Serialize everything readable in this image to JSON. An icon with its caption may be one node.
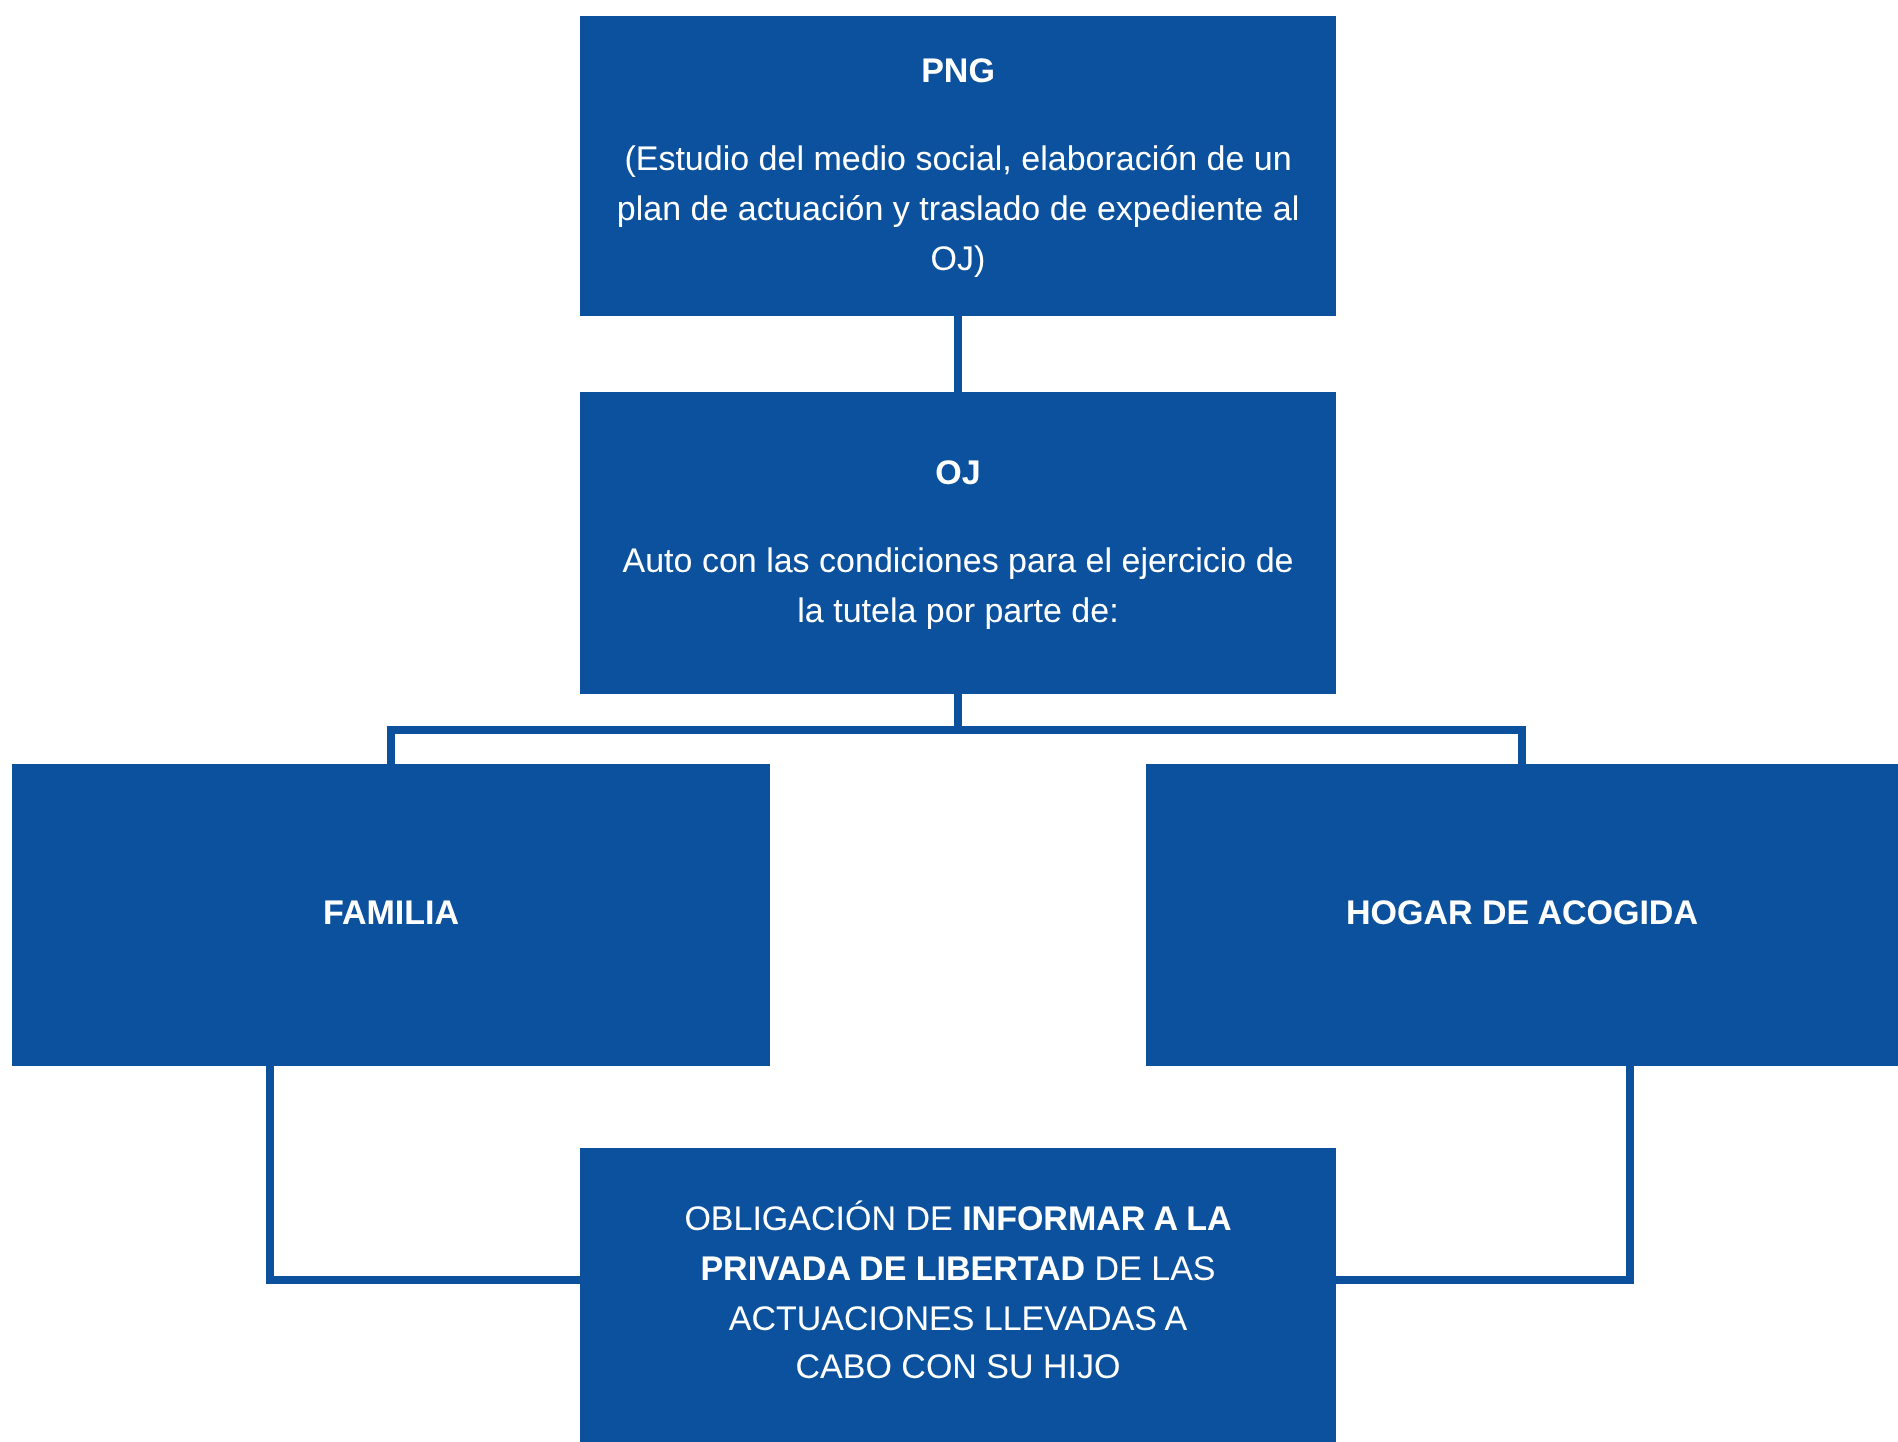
{
  "diagram": {
    "nodes": [
      {
        "text": [
          "PNG",
          "(Estudio del medio social, elaboración de un plan de actuación y traslado de expediente al OJ)"
        ]
      },
      {
        "text": [
          "OJ",
          "Auto con las condiciones para el ejercicio de la tutela por parte de:"
        ]
      },
      {
        "text": [
          "FAMILIA"
        ]
      },
      {
        "text": [
          "HOGAR DE ACOGIDA"
        ]
      },
      {
        "text": [
          "OBLIGACIÓN DE **INFORMAR A LA PRIVADA DE LIBERTAD** DE LAS ACTUACIONES LLEVADAS A CABO CON SU HIJO"
        ]
      }
    ],
    "edges": [
      {
        "from": 0,
        "to": 1,
        "arrow": "none"
      },
      {
        "from": 1,
        "to": 2,
        "arrow": "none"
      },
      {
        "from": 1,
        "to": 3,
        "arrow": "none"
      },
      {
        "from": 2,
        "to": 4,
        "arrow": "none"
      },
      {
        "from": 3,
        "to": 4,
        "arrow": "none"
      }
    ]
  }
}
